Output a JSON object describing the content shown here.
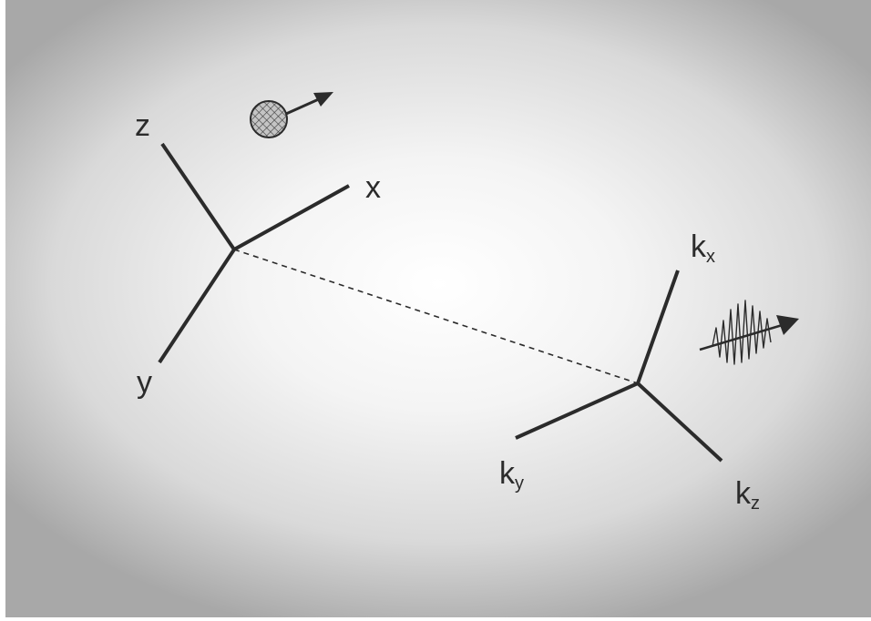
{
  "real_space_axes": {
    "x_label": "x",
    "y_label": "y",
    "z_label": "z"
  },
  "reciprocal_space_axes": {
    "kx_base": "k",
    "kx_sub": "x",
    "ky_base": "k",
    "ky_sub": "y",
    "kz_base": "k",
    "kz_sub": "z"
  },
  "icons": {
    "particle": "hatched-particle-icon",
    "wave": "wave-packet-icon"
  },
  "colors": {
    "ink": "#2b2b2b",
    "particle_fill": "#bdbdbd"
  }
}
